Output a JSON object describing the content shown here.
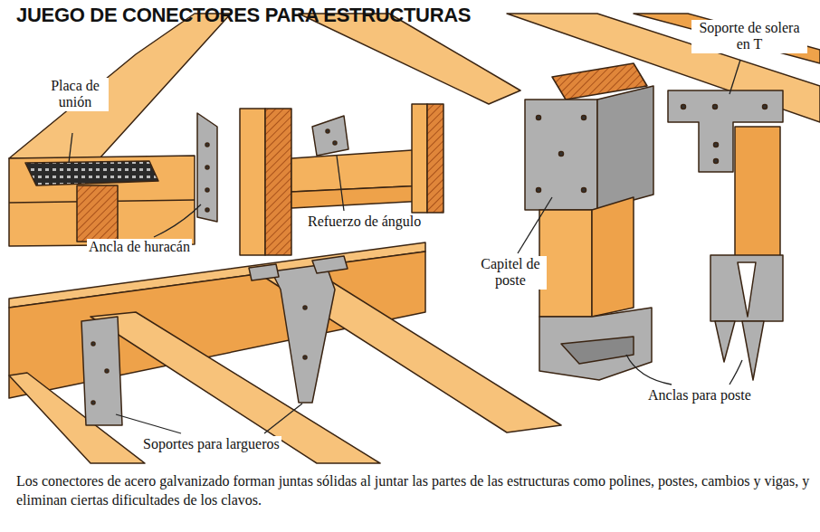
{
  "diagram": {
    "title": "JUEGO DE CONECTORES PARA ESTRUCTURAS",
    "caption": "Los conectores de acero galvanizado forman juntas sólidas al juntar las partes de las estructuras como polines, postes, cambios y vigas, y eliminan ciertas dificultades de los clavos.",
    "labels": [
      "Placa de unión",
      "Soporte de solera en T",
      "Refuerzo de ángulo",
      "Ancla de huracán",
      "Capitel de poste",
      "Anclas para poste",
      "Soportes para largueros"
    ]
  }
}
